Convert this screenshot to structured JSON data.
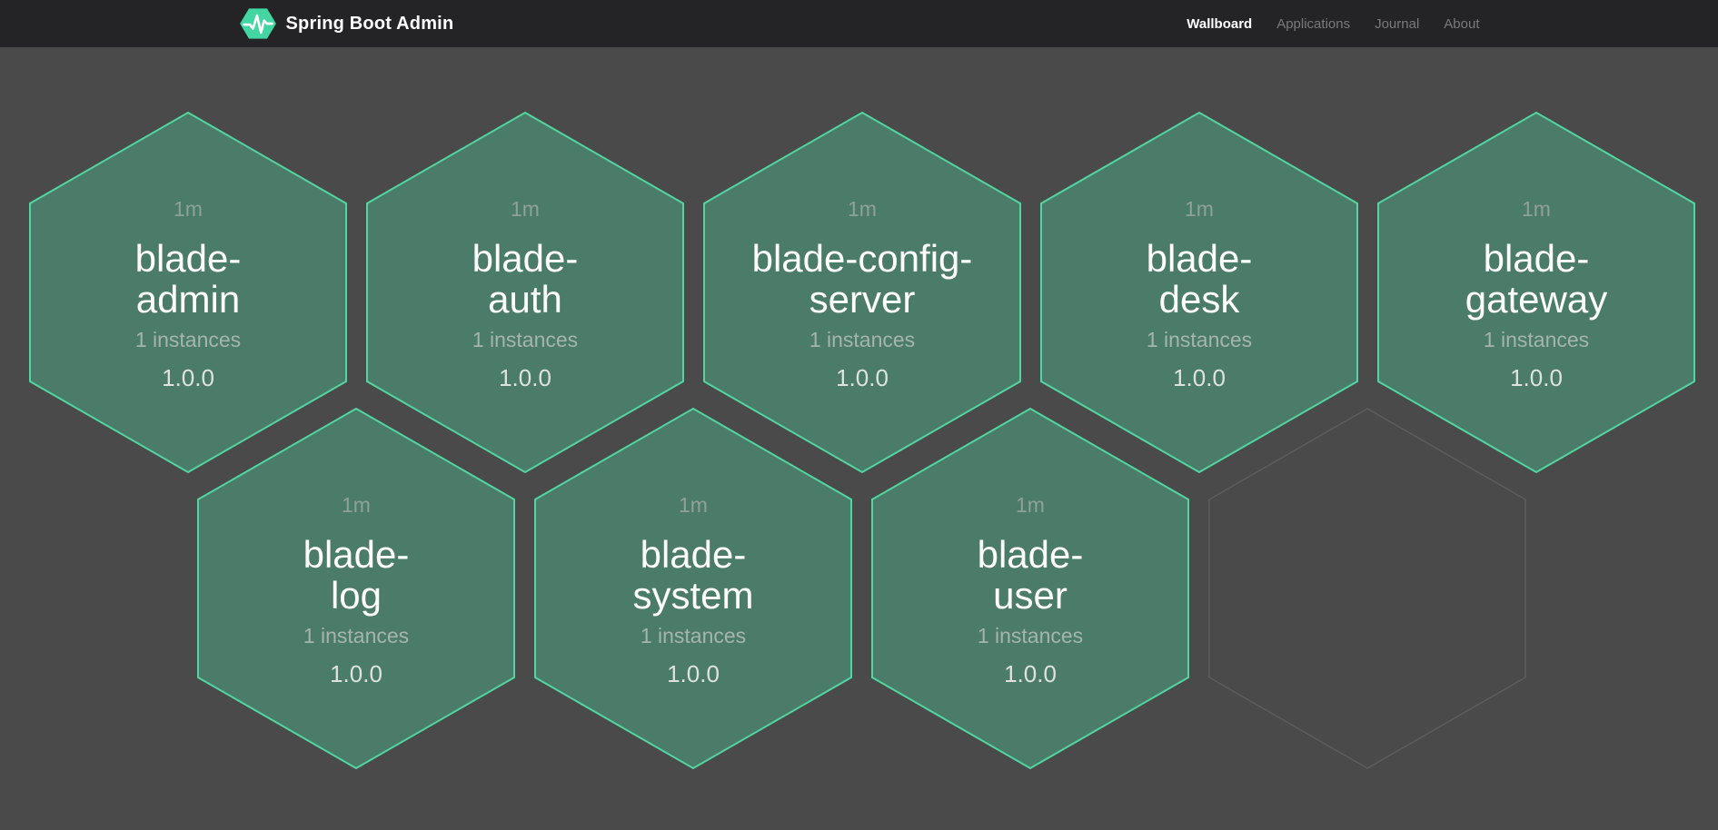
{
  "navbar": {
    "brand": "Spring Boot Admin",
    "logo_icon": "pulse-hexagon-icon",
    "links": [
      {
        "label": "Wallboard",
        "active": true
      },
      {
        "label": "Applications",
        "active": false
      },
      {
        "label": "Journal",
        "active": false
      },
      {
        "label": "About",
        "active": false
      }
    ]
  },
  "wallboard": {
    "applications": [
      {
        "name": "blade-admin",
        "name_lines": [
          "blade-",
          "admin"
        ],
        "uptime": "1m",
        "instances": "1 instances",
        "version": "1.0.0"
      },
      {
        "name": "blade-auth",
        "name_lines": [
          "blade-",
          "auth"
        ],
        "uptime": "1m",
        "instances": "1 instances",
        "version": "1.0.0"
      },
      {
        "name": "blade-config-server",
        "name_lines": [
          "blade-config-",
          "server"
        ],
        "uptime": "1m",
        "instances": "1 instances",
        "version": "1.0.0"
      },
      {
        "name": "blade-desk",
        "name_lines": [
          "blade-",
          "desk"
        ],
        "uptime": "1m",
        "instances": "1 instances",
        "version": "1.0.0"
      },
      {
        "name": "blade-gateway",
        "name_lines": [
          "blade-",
          "gateway"
        ],
        "uptime": "1m",
        "instances": "1 instances",
        "version": "1.0.0"
      },
      {
        "name": "blade-log",
        "name_lines": [
          "blade-",
          "log"
        ],
        "uptime": "1m",
        "instances": "1 instances",
        "version": "1.0.0"
      },
      {
        "name": "blade-system",
        "name_lines": [
          "blade-",
          "system"
        ],
        "uptime": "1m",
        "instances": "1 instances",
        "version": "1.0.0"
      },
      {
        "name": "blade-user",
        "name_lines": [
          "blade-",
          "user"
        ],
        "uptime": "1m",
        "instances": "1 instances",
        "version": "1.0.0"
      }
    ],
    "empty_slots": 1
  },
  "colors": {
    "navbar_bg": "#242427",
    "page_bg": "#4a4a4b",
    "hex_fill": "#4a7c69",
    "hex_stroke": "#53d5a2",
    "empty_hex_stroke": "#5d5d5f",
    "brand_green": "#43d6a3",
    "nav_active_text": "#ffffff",
    "nav_inactive_text": "#7a7a7a"
  }
}
